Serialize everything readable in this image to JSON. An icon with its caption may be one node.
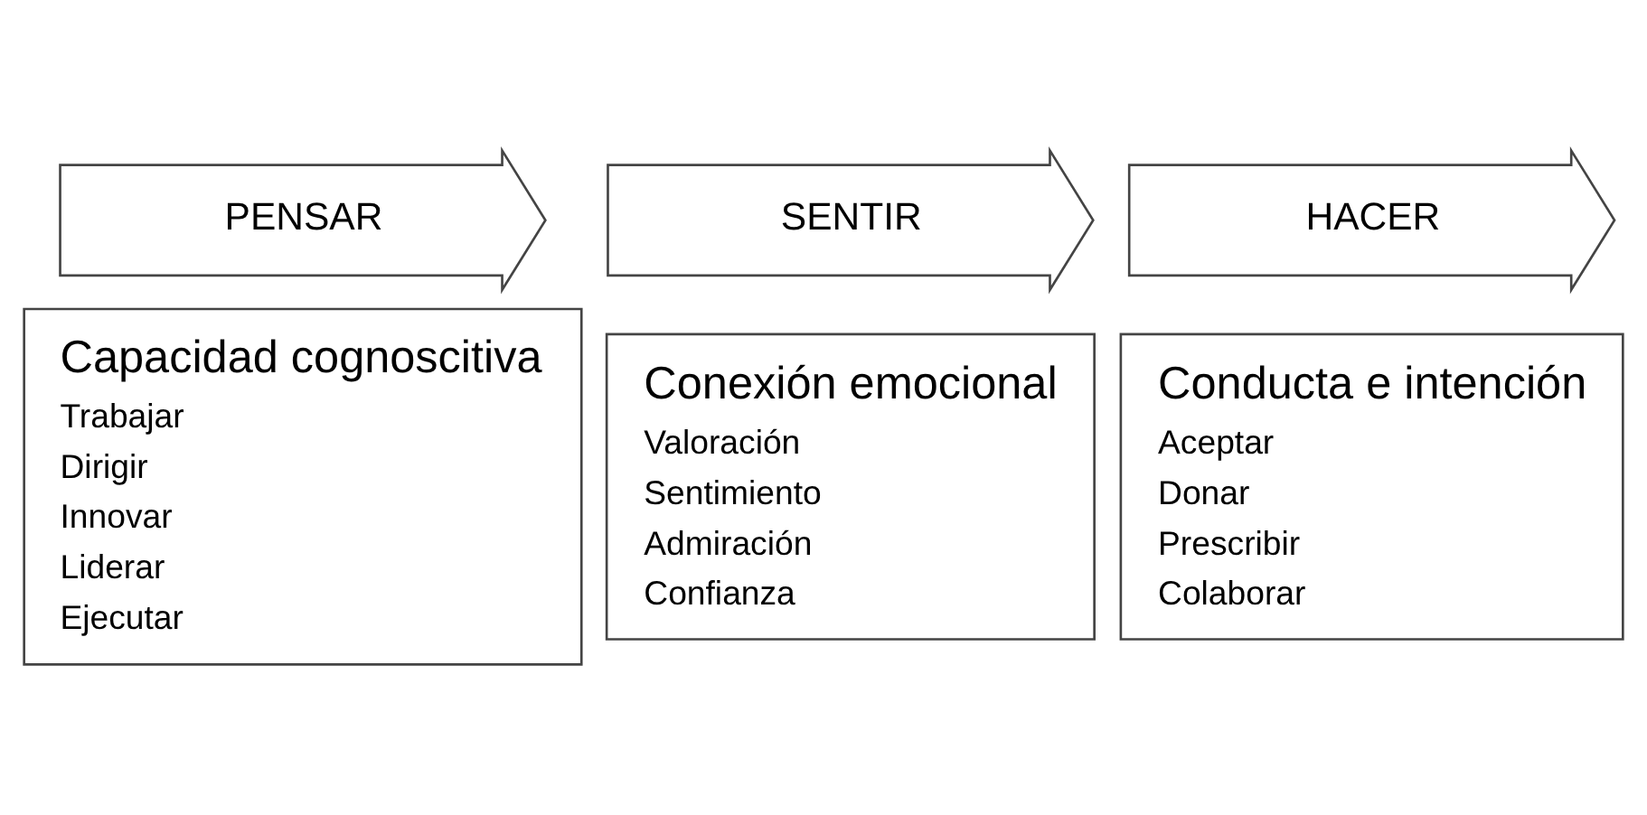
{
  "diagram": {
    "nodes": [
      {
        "text": [
          "PENSAR"
        ]
      },
      {
        "text": [
          "Capacidad cognoscitiva",
          "Trabajar",
          "Dirigir",
          "Innovar",
          "Liderar",
          "Ejecutar"
        ]
      },
      {
        "text": [
          "SENTIR"
        ]
      },
      {
        "text": [
          "Conexión emocional",
          "Valoración",
          "Sentimiento",
          "Admiración",
          "Confianza"
        ]
      },
      {
        "text": [
          "HACER"
        ]
      },
      {
        "text": [
          "Conducta e intención",
          "Aceptar",
          "Donar",
          "Prescribir",
          "Colaborar"
        ]
      }
    ],
    "edges": []
  }
}
